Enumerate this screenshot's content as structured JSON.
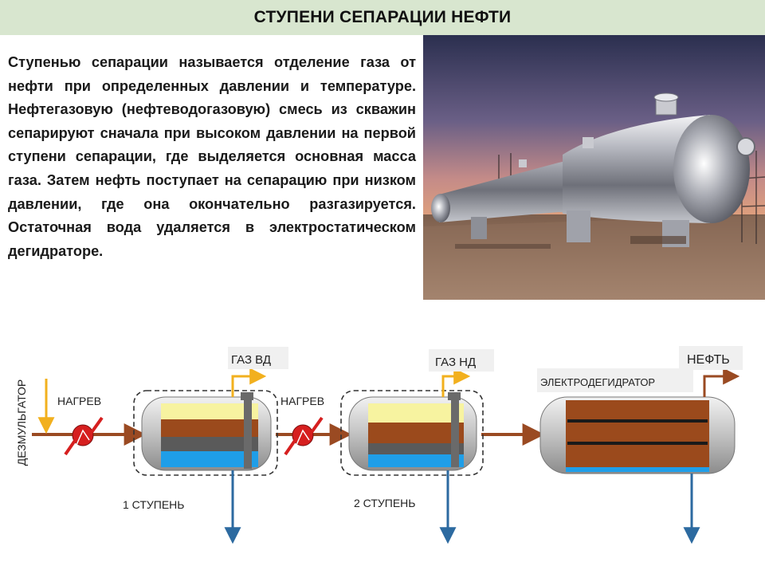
{
  "header": {
    "title": "СТУПЕНИ СЕПАРАЦИИ НЕФТИ"
  },
  "intro": {
    "text": "Ступенью сепарации называется отделение газа от нефти при определенных давлении и температуре. Нефтегазовую (нефтеводогазовую) смесь из скважин сепарируют сначала при высоком давлении на первой ступени сепарации, где выделяется основная масса газа. Затем нефть поступает на сепарацию при низком давлении, где она окончательно разгазируется. Остаточная вода удаляется в электростатическом дегидраторе."
  },
  "diagram": {
    "demulsifier": "ДЕЗМУЛЬГАТОР",
    "heating_1": "НАГРЕВ",
    "heating_2": "НАГРЕВ",
    "gas_hp": "ГАЗ ВД",
    "gas_lp": "ГАЗ НД",
    "stage_1": "1 СТУПЕНЬ",
    "stage_2": "2 СТУПЕНЬ",
    "electrodehydrator": "ЭЛЕКТРОДЕГИДРАТОР",
    "oil": "НЕФТЬ"
  },
  "colors": {
    "pipe": "#9a4a22",
    "oil_layer": "#9b4a1c",
    "gas_layer": "#f7f3a0",
    "water_layer": "#1f9ee8",
    "emulsion_layer": "#5a5a5a",
    "reagent_line": "#f2b01e",
    "drain_line": "#2c6aa0",
    "heater": "#d61f1f"
  }
}
